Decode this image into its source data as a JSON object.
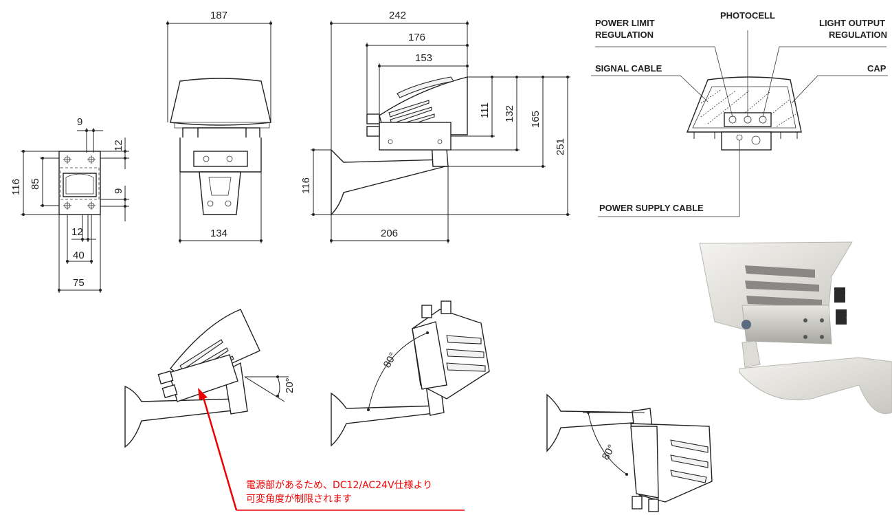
{
  "plate_view": {
    "dims": {
      "hole_spacing": "9",
      "top_offset": "12",
      "height": "116",
      "inner_height": "85",
      "side_offset": "9",
      "inner_gap": "12",
      "hole_pitch": "40",
      "width": "75"
    }
  },
  "front_view": {
    "dims": {
      "top_width": "187",
      "bracket_width": "134"
    }
  },
  "side_view": {
    "dims": {
      "total_length": "242",
      "len_176": "176",
      "len_153": "153",
      "h_111": "111",
      "h_132": "132",
      "h_165": "165",
      "h_251": "251",
      "bracket_height": "116",
      "arm_length": "206"
    }
  },
  "callout_view": {
    "labels": {
      "power_limit_1": "POWER LIMIT",
      "power_limit_2": "REGULATION",
      "photocell": "PHOTOCELL",
      "light_output_1": "LIGHT OUTPUT",
      "light_output_2": "REGULATION",
      "signal_cable": "SIGNAL CABLE",
      "cap": "CAP",
      "power_supply_cable": "POWER SUPPLY CABLE"
    }
  },
  "tilt_views": {
    "angle_1": "20°",
    "angle_2": "80°",
    "angle_3": "80°"
  },
  "note": {
    "line1": "電源部があるため、DC12/AC24V仕様より",
    "line2": "可変角度が制限されます",
    "color": "#ee0000"
  }
}
